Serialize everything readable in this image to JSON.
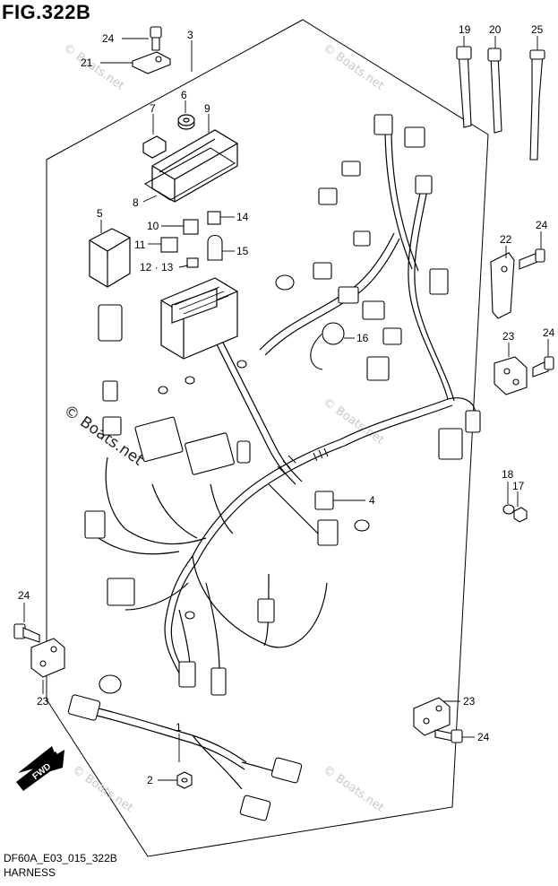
{
  "figure": {
    "title": "FIG.322B",
    "code": "DF60A_E03_015_322B",
    "name": "HARNESS",
    "direction_label": "FWD"
  },
  "watermark": {
    "text": "© Boats.net"
  },
  "callouts": {
    "c1": "1",
    "c2": "2",
    "c3": "3",
    "c4": "4",
    "c5": "5",
    "c6": "6",
    "c7": "7",
    "c8": "8",
    "c9": "9",
    "c10": "10",
    "c11": "11",
    "c12_13": "12 · 13",
    "c14": "14",
    "c15": "15",
    "c16": "16",
    "c17": "17",
    "c18": "18",
    "c19": "19",
    "c20": "20",
    "c21": "21",
    "c22": "22",
    "c23a": "23",
    "c23b": "23",
    "c23c": "23",
    "c24a": "24",
    "c24b": "24",
    "c24c": "24",
    "c24d": "24",
    "c24e": "24",
    "c25": "25"
  }
}
